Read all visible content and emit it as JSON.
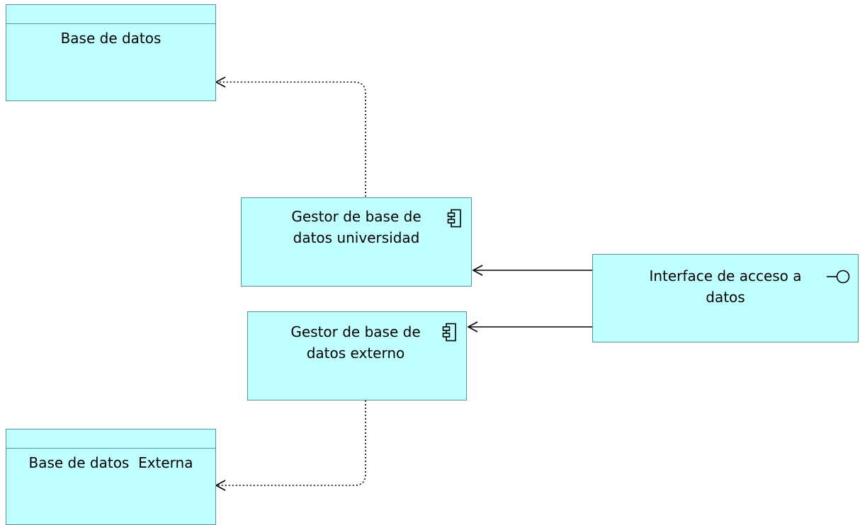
{
  "diagram": {
    "nodes": {
      "db_main": {
        "label": "Base de datos",
        "kind": "database"
      },
      "db_external": {
        "label": "Base de datos  Externa",
        "kind": "database"
      },
      "gestor_universidad": {
        "label": "Gestor de base de datos universidad",
        "kind": "component",
        "icon": "component-icon"
      },
      "gestor_externo": {
        "label": "Gestor de base de datos externo",
        "kind": "component",
        "icon": "component-icon"
      },
      "interface": {
        "label": "Interface de acceso a datos",
        "kind": "interface",
        "icon": "interface-icon"
      }
    },
    "connections": [
      {
        "from": "gestor_universidad",
        "to": "db_main",
        "style": "dotted",
        "arrow": "open"
      },
      {
        "from": "gestor_externo",
        "to": "db_external",
        "style": "dotted",
        "arrow": "open"
      },
      {
        "from": "interface",
        "to": "gestor_universidad",
        "style": "solid",
        "arrow": "open"
      },
      {
        "from": "interface",
        "to": "gestor_externo",
        "style": "solid",
        "arrow": "open"
      }
    ],
    "colors": {
      "node_fill": "#c0ffff",
      "node_border": "#5c8f9a",
      "line": "#000000"
    }
  }
}
